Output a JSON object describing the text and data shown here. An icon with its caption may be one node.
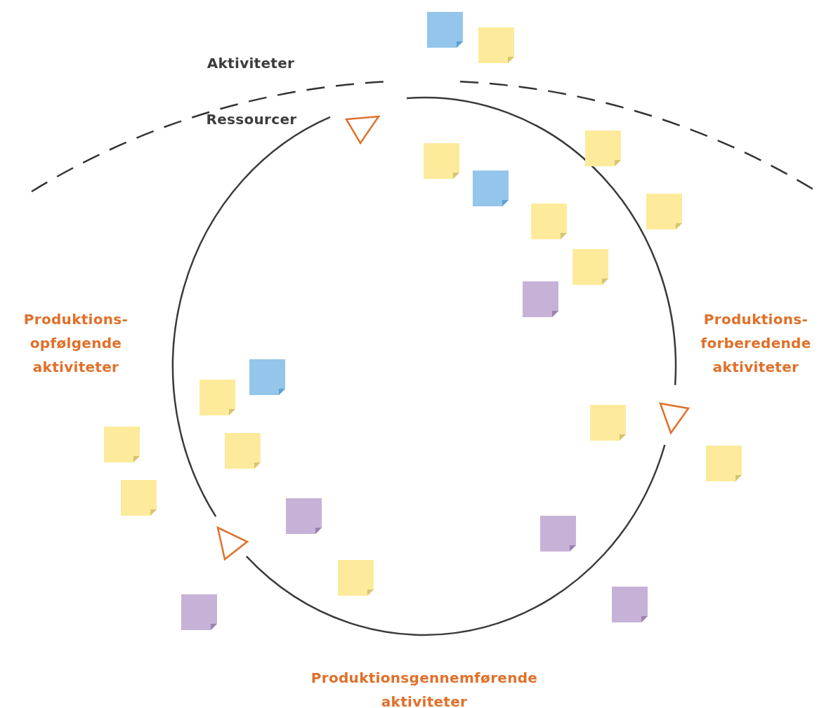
{
  "diagram": {
    "labels": [
      "Aktiviteter",
      "Ressourcer",
      "Produktions- opfølgende aktiviteter",
      "Produktions- forberedende aktiviteter",
      "Produktionsgennemførende aktiviteter"
    ]
  }
}
